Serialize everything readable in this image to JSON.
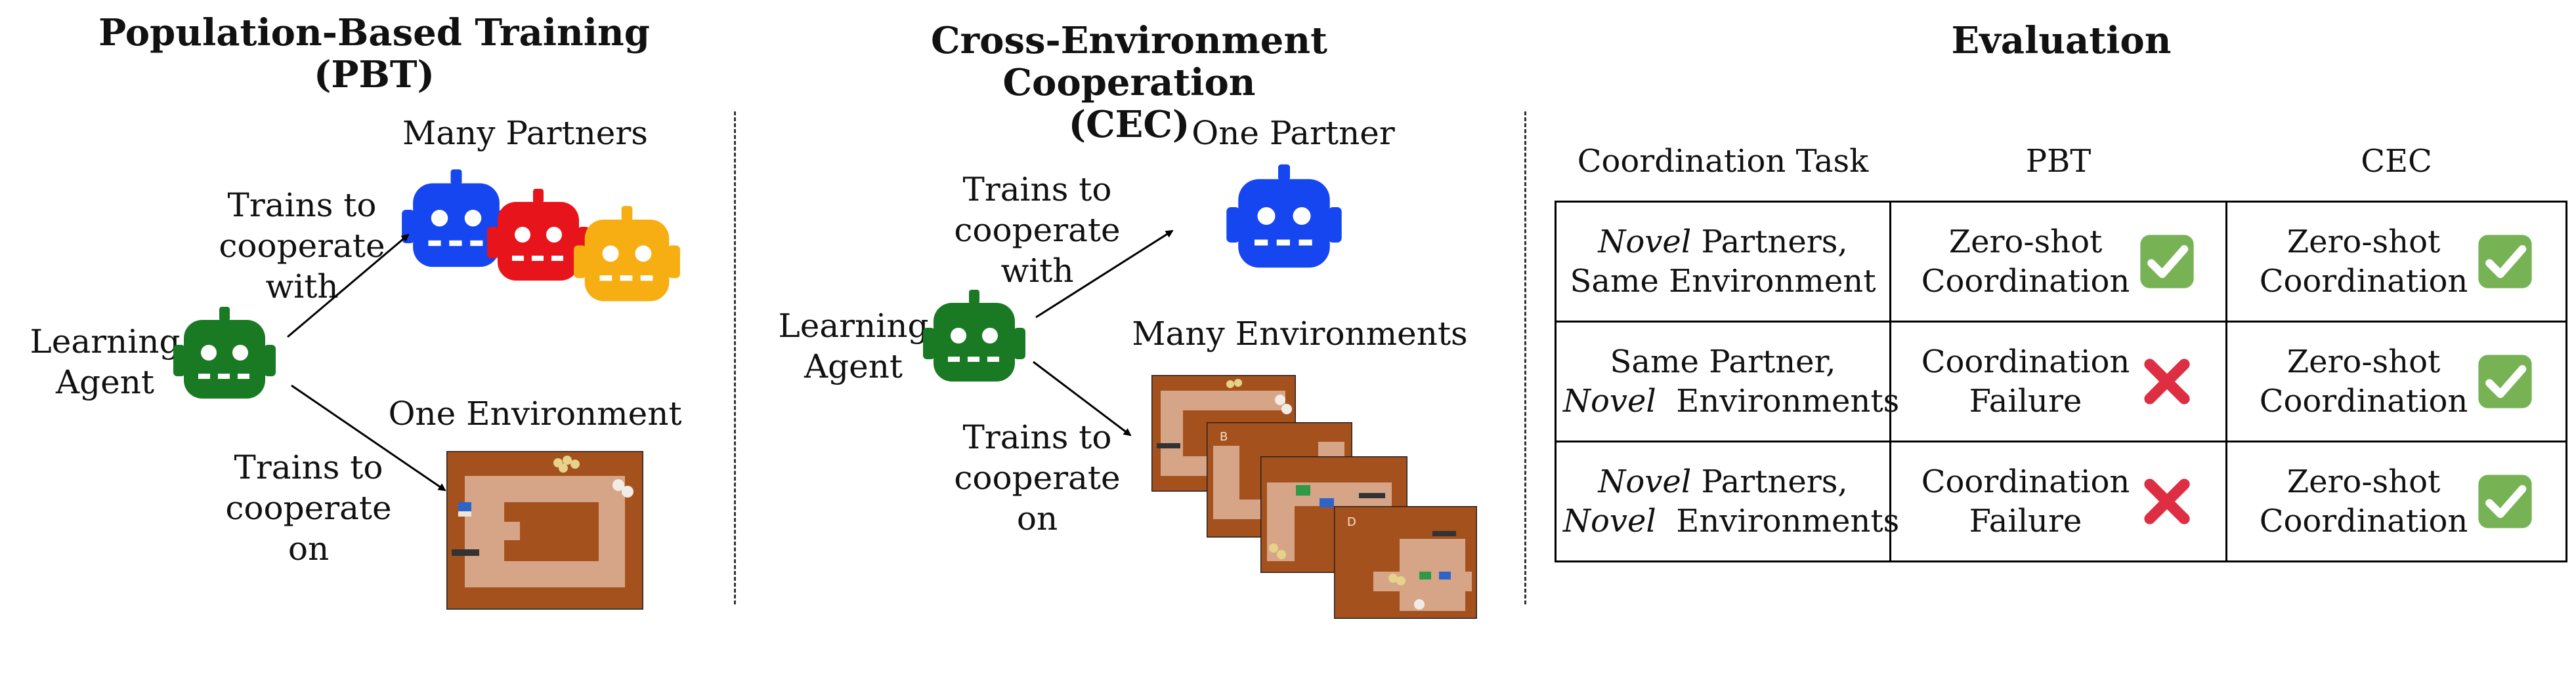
{
  "pbt": {
    "title_line1": "Population-Based Training",
    "title_line2": "(PBT)",
    "learning_agent_line1": "Learning",
    "learning_agent_line2": "Agent",
    "partners_heading": "Many Partners",
    "with_label_1": "Trains to",
    "with_label_2": "cooperate",
    "with_label_3": "with",
    "env_heading": "One Environment",
    "on_label_1": "Trains to",
    "on_label_2": "cooperate",
    "on_label_3": "on"
  },
  "cec": {
    "title_line1": "Cross-Environment Cooperation",
    "title_line2": "(CEC)",
    "learning_agent_line1": "Learning",
    "learning_agent_line2": "Agent",
    "partner_heading": "One Partner",
    "with_label_1": "Trains to",
    "with_label_2": "cooperate",
    "with_label_3": "with",
    "envs_heading": "Many Environments",
    "on_label_1": "Trains to",
    "on_label_2": "cooperate",
    "on_label_3": "on",
    "env_letters": [
      "B",
      "D"
    ]
  },
  "evaluation": {
    "title": "Evaluation",
    "headers": [
      "Coordination Task",
      "PBT",
      "CEC"
    ],
    "rows": [
      {
        "task_line1_italic": "Novel",
        "task_line1_rest": " Partners,",
        "task_line2_italic": "",
        "task_line2_rest": "Same Environment",
        "pbt_line1": "Zero-shot",
        "pbt_line2": "Coordination",
        "pbt_mark": "check-icon",
        "cec_line1": "Zero-shot",
        "cec_line2": "Coordination",
        "cec_mark": "check-icon"
      },
      {
        "task_line1_italic": "",
        "task_line1_rest": "Same Partner,",
        "task_line2_italic": "Novel",
        "task_line2_rest": "  Environments",
        "pbt_line1": "Coordination",
        "pbt_line2": "Failure",
        "pbt_mark": "cross-icon",
        "cec_line1": "Zero-shot",
        "cec_line2": "Coordination",
        "cec_mark": "check-icon"
      },
      {
        "task_line1_italic": "Novel",
        "task_line1_rest": " Partners,",
        "task_line2_italic": "Novel",
        "task_line2_rest": "  Environments",
        "pbt_line1": "Coordination",
        "pbt_line2": "Failure",
        "pbt_mark": "cross-icon",
        "cec_line1": "Zero-shot",
        "cec_line2": "Coordination",
        "cec_mark": "check-icon"
      }
    ]
  },
  "colors": {
    "learning_agent": "#1a7a24",
    "partner_blue": "#1646f0",
    "partner_red": "#e8141b",
    "partner_yellow": "#f7ae12",
    "map_floor": "#a5511e",
    "map_path": "#d6a588",
    "check_green": "#77b255",
    "cross_red": "#dd2e44"
  }
}
